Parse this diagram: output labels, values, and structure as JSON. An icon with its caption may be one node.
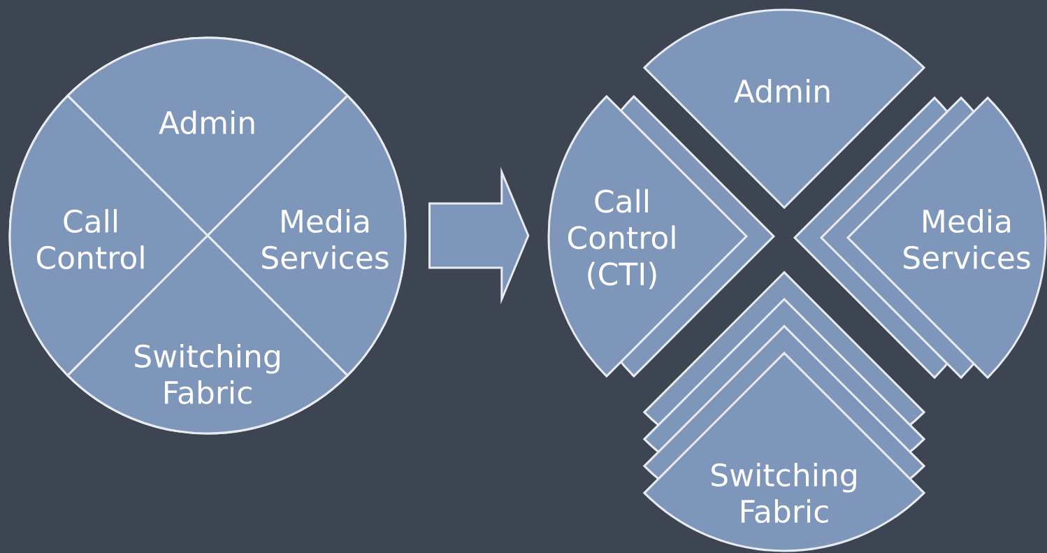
{
  "diagram": {
    "nodes": [
      {
        "text": [],
        "shape": "circle"
      },
      {
        "text": [
          "Admin"
        ],
        "in": 0
      },
      {
        "text": [
          "Call Control"
        ],
        "in": 0
      },
      {
        "text": [
          "Media Services"
        ],
        "in": 0
      },
      {
        "text": [
          "Switching Fabric"
        ],
        "in": 0
      },
      {
        "text": [
          "Admin"
        ]
      },
      {
        "text": [
          "Call Control (CTI)"
        ]
      },
      {
        "text": [
          "Media Services"
        ]
      },
      {
        "text": [
          "Switching Fabric"
        ]
      }
    ],
    "edges": [
      {
        "from": 0,
        "to": 6,
        "arrow": "to",
        "style": "thick"
      }
    ]
  }
}
